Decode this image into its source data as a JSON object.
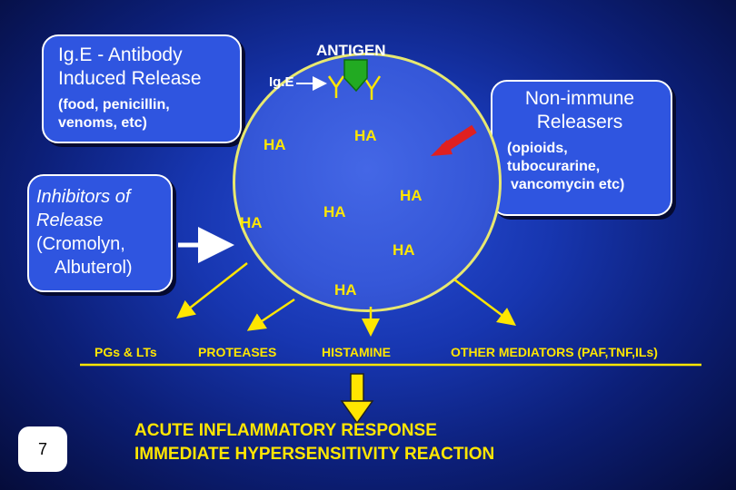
{
  "ige_box": {
    "title_line1": "Ig.E - Antibody",
    "title_line2": "Induced Release",
    "sub_line1": "(food, penicillin,",
    "sub_line2": "venoms, etc)"
  },
  "inhibitors_box": {
    "line1": "Inhibitors of",
    "line2": "Release",
    "line3": "(Cromolyn,",
    "line4": "Albuterol)"
  },
  "nonimmune_box": {
    "title_line1": "Non-immune",
    "title_line2": "Releasers",
    "sub_line1": "(opioids,",
    "sub_line2": "tubocurarine,",
    "sub_line3": "vancomycin etc)"
  },
  "antigen_label": "ANTIGEN",
  "ige_label": "Ig.E",
  "ha_label": "HA",
  "mediators": {
    "pgs": "PGs & LTs",
    "proteases": "PROTEASES",
    "histamine": "HISTAMINE",
    "other": "OTHER MEDIATORS (PAF,TNF,ILs)"
  },
  "response": {
    "line1": "ACUTE INFLAMMATORY RESPONSE",
    "line2": "IMMEDIATE HYPERSENSITIVITY REACTION"
  },
  "page_number": "7",
  "colors": {
    "accent_yellow": "#ffe600",
    "box_blue": "#2f55e0",
    "antigen_green": "#22aa22",
    "red_arrow": "#e02020"
  }
}
